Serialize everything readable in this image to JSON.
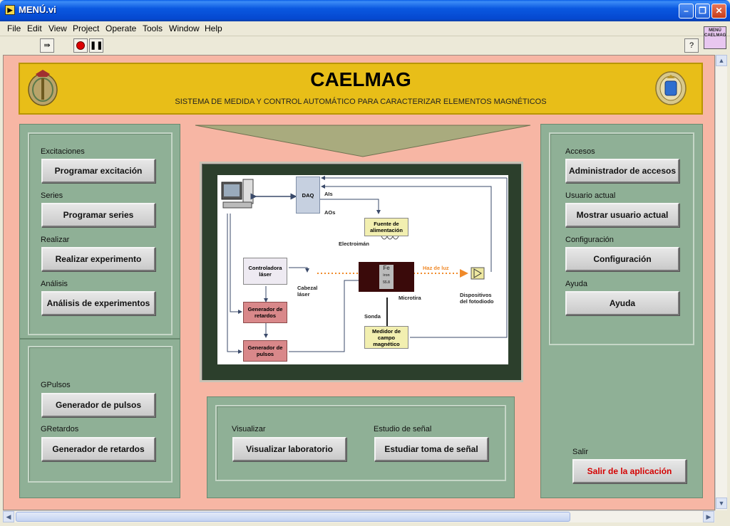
{
  "window": {
    "title": "MENÚ.vi"
  },
  "menu": [
    {
      "label": "File"
    },
    {
      "label": "Edit"
    },
    {
      "label": "View"
    },
    {
      "label": "Project"
    },
    {
      "label": "Operate"
    },
    {
      "label": "Tools"
    },
    {
      "label": "Window"
    },
    {
      "label": "Help"
    }
  ],
  "vi_icon": {
    "line1": "MENÚ",
    "line2": "CAELMAG"
  },
  "banner": {
    "title": "CAELMAG",
    "subtitle": "SISTEMA DE MEDIDA Y CONTROL AUTOMÁTICO PARA CARACTERIZAR ELEMENTOS MAGNÉTICOS"
  },
  "left_panel": {
    "groups": [
      {
        "label": "Excitaciones",
        "button": "Programar excitación"
      },
      {
        "label": "Series",
        "button": "Programar series"
      },
      {
        "label": "Realizar",
        "button": "Realizar experimento"
      },
      {
        "label": "Análisis",
        "button": "Análisis de experimentos"
      }
    ]
  },
  "left_lower_panel": {
    "groups": [
      {
        "label": "GPulsos",
        "button": "Generador de pulsos"
      },
      {
        "label": "GRetardos",
        "button": "Generador de retardos"
      }
    ]
  },
  "right_panel": {
    "groups": [
      {
        "label": "Accesos",
        "button": "Administrador de accesos"
      },
      {
        "label": "Usuario actual",
        "button": "Mostrar usuario actual"
      },
      {
        "label": "Configuración",
        "button": "Configuración"
      },
      {
        "label": "Ayuda",
        "button": "Ayuda"
      }
    ],
    "exit": {
      "label": "Salir",
      "button": "Salir de la aplicación"
    }
  },
  "bottom_panel": {
    "groups": [
      {
        "label": "Visualizar",
        "button": "Visualizar laboratorio"
      },
      {
        "label": "Estudio de señal",
        "button": "Estudiar toma de señal"
      }
    ]
  },
  "diagram": {
    "daq": "DAQ",
    "ais": "AIs",
    "aos": "AOs",
    "fuente": "Fuente de alimentación",
    "electroiman": "Electroimán",
    "controladora": "Controladora láser",
    "cabezal": "Cabezal láser",
    "haz": "Haz de luz",
    "fe": "Fe",
    "fe_sub": "iron",
    "fe_num": "55.8",
    "microtira": "Microtira",
    "dispositivos": "Dispositivos del fotodiodo",
    "sonda": "Sonda",
    "gen_retardos": "Generador de retardos",
    "gen_pulsos": "Generador de pulsos",
    "medidor": "Medidor de campo magnético"
  },
  "colors": {
    "panel": "#f7b6a4",
    "green": "#8fb096",
    "banner": "#e8be18",
    "exit_text": "#d40000"
  }
}
